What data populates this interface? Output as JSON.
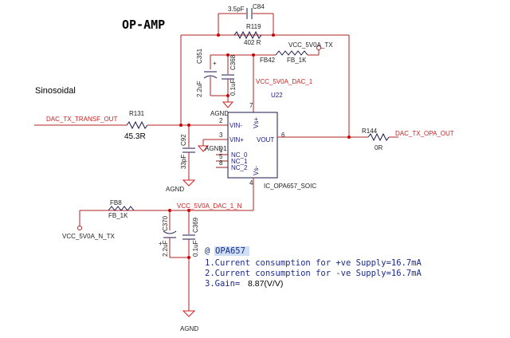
{
  "title": "OP-AMP",
  "side_label": "Sinosoidal",
  "nets": {
    "dac_in": "DAC_TX_TRANSF_OUT",
    "dac_out": "DAC_TX_OPA_OUT",
    "vcc_tx": "VCC_5V0A_TX",
    "vcc_dac1": "VCC_5V0A_DAC_1",
    "vcc_dac1_n": "VCC_5V0A_DAC_1_N",
    "vcc_n_tx": "VCC_5V0A_N_TX"
  },
  "parts": {
    "c84_value": "3.5pF",
    "c84_ref": "C84",
    "r119_ref": "R119",
    "r119_value": "402 R",
    "r131_ref": "R131",
    "r131_value": "45.3R",
    "r144_ref": "R144",
    "r144_value": "0R",
    "fb42_ref": "FB42",
    "fb42_value": "FB_1K",
    "fb8_ref": "FB8",
    "fb8_value": "FB_1K",
    "c351_ref": "C351",
    "c351_value": "2.2uF",
    "c368_ref": "C368",
    "c368_value": "0.1uF",
    "c92_ref": "C92",
    "c92_value": "33pF",
    "c370_ref": "C370",
    "c370_value": "2.2uF",
    "c369_ref": "C369",
    "c369_value": "0.1uF"
  },
  "ic": {
    "ref": "U22",
    "part": "IC_OPA657_SOIC",
    "pins": {
      "vin_minus": "VIN-",
      "vin_plus": "VIN+",
      "nc0": "NC_0",
      "nc1": "NC_1",
      "nc2": "NC_2",
      "vout": "VOUT",
      "vs_plus": "Vs+",
      "vs_minus": "Vs-"
    },
    "pin_numbers": {
      "p2": "2",
      "p3": "3",
      "p1": "1",
      "p5": "5",
      "p8": "8",
      "p6": "6",
      "p7": "7",
      "p4": "4"
    }
  },
  "ground": {
    "agnd": "AGND",
    "agnd1": "AGND1"
  },
  "note": {
    "at": "@",
    "part": "OPA657",
    "line1": "1.Current  consumption  for  +ve  Supply=16.7mA",
    "line2": "2.Current  consumption  for  -ve  Supply=16.7mA",
    "line3_prefix": "3.Gain=",
    "line3_value": "8.87(V/V)"
  }
}
